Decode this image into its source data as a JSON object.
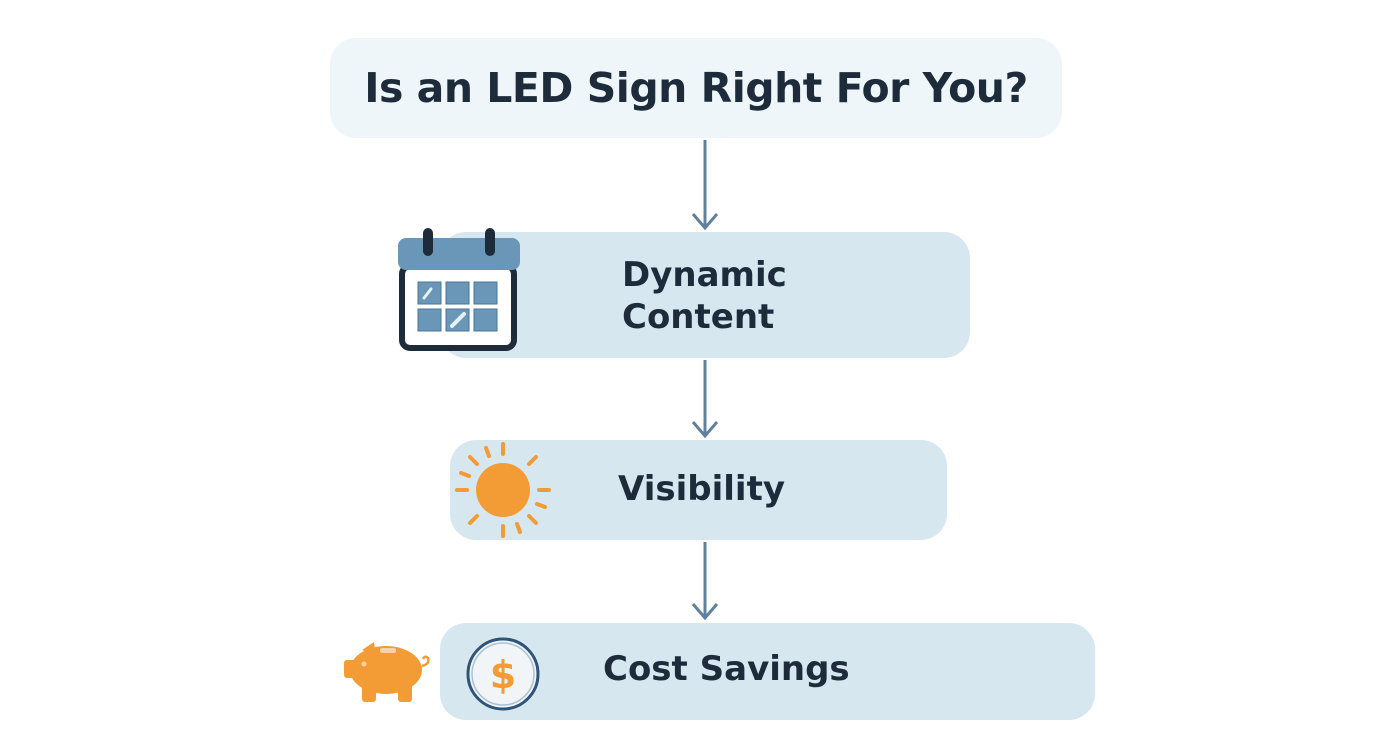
{
  "title": "Is an LED Sign Right For You?",
  "steps": [
    {
      "label_line1": "Dynamic",
      "label_line2": "Content",
      "icon": "calendar-icon"
    },
    {
      "label": "Visibility",
      "icon": "sun-icon"
    },
    {
      "label": "Cost Savings",
      "icons": [
        "piggy-bank-icon",
        "dollar-coin-icon"
      ]
    }
  ],
  "colors": {
    "text": "#1d2b3b",
    "box": "#d7e7f0",
    "title_box": "#eef6fa",
    "arrow": "#5f819d",
    "accent": "#f39b35",
    "calendar": "#6a96b8"
  }
}
